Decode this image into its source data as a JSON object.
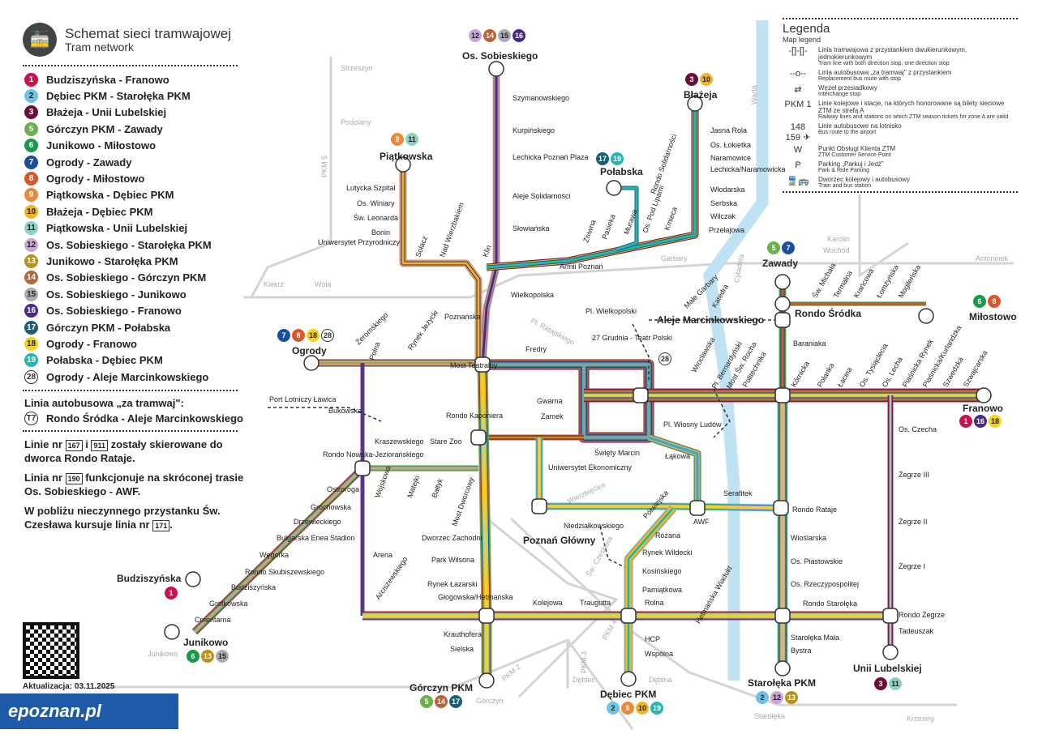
{
  "header": {
    "title": "Schemat sieci tramwajowej",
    "subtitle": "Tram network"
  },
  "lines": [
    {
      "num": "1",
      "route": "Budziszyńska - Franowo",
      "color": "#c8134f"
    },
    {
      "num": "2",
      "route": "Dębiec PKM - Starołęka PKM",
      "color": "#6cc3e6"
    },
    {
      "num": "3",
      "route": "Błażeja - Unii Lubelskiej",
      "color": "#6a0f3a"
    },
    {
      "num": "5",
      "route": "Górczyn PKM - Zawady",
      "color": "#6ab04c"
    },
    {
      "num": "6",
      "route": "Junikowo - Miłostowo",
      "color": "#1a9a48"
    },
    {
      "num": "7",
      "route": "Ogrody - Zawady",
      "color": "#1b4f9c"
    },
    {
      "num": "8",
      "route": "Ogrody - Miłostowo",
      "color": "#d9572a"
    },
    {
      "num": "9",
      "route": "Piątkowska - Dębiec PKM",
      "color": "#e98a3a"
    },
    {
      "num": "10",
      "route": "Błażeja - Dębiec PKM",
      "color": "#f0b429"
    },
    {
      "num": "11",
      "route": "Piątkowska - Unii Lubelskiej",
      "color": "#8fd1c5"
    },
    {
      "num": "12",
      "route": "Os. Sobieskiego - Starołęka PKM",
      "color": "#c7a6d6"
    },
    {
      "num": "13",
      "route": "Junikowo - Starołęka PKM",
      "color": "#b8921a"
    },
    {
      "num": "14",
      "route": "Os. Sobieskiego - Górczyn PKM",
      "color": "#b5653a"
    },
    {
      "num": "15",
      "route": "Os. Sobieskiego - Junikowo",
      "color": "#a9adb2"
    },
    {
      "num": "16",
      "route": "Os. Sobieskiego - Franowo",
      "color": "#4a2a86"
    },
    {
      "num": "17",
      "route": "Górczyn PKM - Połabska",
      "color": "#1b5e7a"
    },
    {
      "num": "18",
      "route": "Ogrody - Franowo",
      "color": "#f5d315"
    },
    {
      "num": "19",
      "route": "Połabska - Dębiec PKM",
      "color": "#26b5b0"
    },
    {
      "num": "28",
      "route": "Ogrody - Aleje Marcinkowskiego",
      "color": "#ffffff"
    }
  ],
  "bus_replacement": {
    "heading": "Linia autobusowa „za tramwaj\":",
    "num": "T7",
    "route": "Rondo Śródka - Aleje Marcinkowskiego"
  },
  "notes": [
    {
      "a": "Linie nr ",
      "b1": "167",
      "m": " i ",
      "b2": "911",
      "c": " zostały skierowane do dworca Rondo Rataje."
    },
    {
      "a": "Linia nr ",
      "b1": "190",
      "c": " funkcjonuje na skróconej trasie Os. Sobieskiego - AWF."
    },
    {
      "a": "W pobliżu nieczynnego przystanku Św. Czesława kursuje linia nr ",
      "b1": "171",
      "c": "."
    }
  ],
  "legend": {
    "title": "Legenda",
    "subtitle": "Map legend",
    "items": [
      {
        "icon": "-[]-[]-",
        "pl": "Linia tramwajowa z przystankiem dwukierunkowym, jednokierunkowym",
        "en": "Tram line with both direction stop, one direction stop"
      },
      {
        "icon": "--o--",
        "pl": "Linia autobusowa „za tramwaj\" z przystankiem",
        "en": "Replacement bus route with stop"
      },
      {
        "icon": "⇄",
        "pl": "Węzeł przesiadkowy",
        "en": "Interchange stop"
      },
      {
        "icon": "PKM 1",
        "pl": "Linie kolejowe i stacje, na których honorowane są bilety sieciowe ZTM ze strefą A",
        "en": "Railway lines and stations on which ZTM season tickets for zone A are valid"
      },
      {
        "icon": "148 159 ✈",
        "pl": "Linie autobusowe na lotnisko",
        "en": "Bus route to the airport"
      },
      {
        "icon": "W",
        "pl": "Punkt Obsługi Klienta ZTM",
        "en": "ZTM Customer Service Point"
      },
      {
        "icon": "P",
        "pl": "Parking „Parkuj i Jedź\"",
        "en": "Park & Ride Parking"
      },
      {
        "icon": "🚆🚌",
        "pl": "Dworzec kolejowy i autobusowy",
        "en": "Train and bus station"
      }
    ]
  },
  "terminals": [
    {
      "name": "Os. Sobieskiego",
      "lines": [
        "12",
        "14",
        "15",
        "16"
      ]
    },
    {
      "name": "Piątkowska",
      "lines": [
        "9",
        "11"
      ]
    },
    {
      "name": "Połabska",
      "lines": [
        "17",
        "19"
      ]
    },
    {
      "name": "Błażeja",
      "lines": [
        "3",
        "10"
      ]
    },
    {
      "name": "Zawady",
      "lines": [
        "5",
        "7"
      ]
    },
    {
      "name": "Rondo Śródka",
      "lines": []
    },
    {
      "name": "Miłostowo",
      "lines": [
        "6",
        "8"
      ]
    },
    {
      "name": "Ogrody",
      "lines": [
        "7",
        "8",
        "18",
        "28"
      ]
    },
    {
      "name": "Franowo",
      "lines": [
        "1",
        "16",
        "18"
      ]
    },
    {
      "name": "Budziszyńska",
      "lines": [
        "1"
      ]
    },
    {
      "name": "Junikowo",
      "lines": [
        "6",
        "13",
        "15"
      ]
    },
    {
      "name": "Górczyn PKM",
      "lines": [
        "5",
        "14",
        "17"
      ]
    },
    {
      "name": "Dębiec PKM",
      "lines": [
        "2",
        "9",
        "10",
        "19"
      ]
    },
    {
      "name": "Starołęka PKM",
      "lines": [
        "2",
        "12",
        "13"
      ]
    },
    {
      "name": "Unii Lubelskiej",
      "lines": [
        "3",
        "11"
      ]
    },
    {
      "name": "Aleje Marcinkowskiego",
      "lines": [
        "28"
      ]
    },
    {
      "name": "Poznań Główny",
      "lines": []
    }
  ],
  "stations": [
    "Szymanowskiego",
    "Kurpińskiego",
    "Lechicka Poznań Plaza",
    "Aleje Solidarności",
    "Słowiańska",
    "Lutycka Szpital",
    "Os. Winiary",
    "Św. Leonarda",
    "Bonin",
    "Uniwersytet Przyrodniczy",
    "Sołacz",
    "Nad Wierzbakiem",
    "Klin",
    "Żniwna",
    "Pasieka",
    "Murawa",
    "Os. Pod Lipami",
    "Rondo Solidarności",
    "Kmieca",
    "Jasna Rola",
    "Os. Łokietka",
    "Naramowice",
    "Lechicka/Naramowicka",
    "Włodarska",
    "Serbska",
    "Wilczak",
    "Przełajowa",
    "Armii Poznań",
    "Wielkopolska",
    "Poznańska",
    "Pl. Wielkopolski",
    "Fredry",
    "27 Grudnia - Teatr Polski",
    "Most Teatralny",
    "Gwarna",
    "Zamek",
    "Rondo Kaponiera",
    "Święty Marcin",
    "Uniwersytet Ekonomiczny",
    "Pl. Wiosny Ludów",
    "Łąkowa",
    "Stare Zoo",
    "Kraszewskiego",
    "Bukowska",
    "Polna",
    "Żeromskiego",
    "Rynek Jeżycki",
    "Wojskowa",
    "Matejki",
    "Bałtyk",
    "Most Dworcowy",
    "Rondo Nowaka-Jeziorańskiego",
    "Ostroroga",
    "Grochowska",
    "Drzewieckiego",
    "Bułgarska Enea Stadion",
    "Węgorka",
    "Rondo Skubiszewskiego",
    "Budziszyńska",
    "Grotkowska",
    "Cmentarna",
    "Arena",
    "Arciszewskiego",
    "Dworzec Zachodni",
    "Park Wilsona",
    "Rynek Łazarski",
    "Głogowska/Hetmańska",
    "Kolejowa",
    "Traugutta",
    "Krauthofera",
    "Sielska",
    "Niedziałkowskiego",
    "Różana",
    "Rynek Wildecki",
    "Kosińskiego",
    "Pamiątkowa",
    "Rolna",
    "HCP",
    "Wspólna",
    "Półwiejska",
    "AWF",
    "Serafitek",
    "Rondo Rataje",
    "Wioślarska",
    "Os. Piastowskie",
    "Os. Rzeczypospolitej",
    "Rondo Starołęka",
    "Starołęka Mała",
    "Bystra",
    "Baraniaka",
    "Kórnicka",
    "Polanka",
    "Łacina",
    "Os. Tysiąclecia",
    "Os. Lecha",
    "Piaśnicka Rynek",
    "Piaśnicka/Kurlandzka",
    "Szwedzka",
    "Szwajcarska",
    "Os. Czecha",
    "Żegrze III",
    "Żegrze II",
    "Żegrze I",
    "Rondo Żegrze",
    "Tadeuszak",
    "Św. Michała",
    "Termalna",
    "Krańcowa",
    "Łomżyńska",
    "Mogileńska",
    "Politechnika",
    "Most Św. Rocha",
    "Pl. Bernardyński",
    "Wrocławska",
    "Małe Garbary",
    "Katedra",
    "Hetmańska Wiadukt",
    "Port Lotniczy Ławica"
  ],
  "rail_labels": [
    "Strzeszyn",
    "Podolany",
    "Kiekrz",
    "Wola",
    "Garbary",
    "Wschód",
    "Antoninek",
    "Karolin",
    "Junikowo",
    "Górczyn",
    "Dębiec",
    "Dębina",
    "Starołęka",
    "Krzesiny",
    "Pl. Ratajskiego",
    "Wierzbięcice",
    "Św. Czesława",
    "PKM 5",
    "PKM 2",
    "PKM 3",
    "PKM 4",
    "Warta",
    "Cytadela"
  ],
  "footer": {
    "updated": "Aktualizacja: 03.11.2025",
    "brand": "epoznan.pl"
  }
}
